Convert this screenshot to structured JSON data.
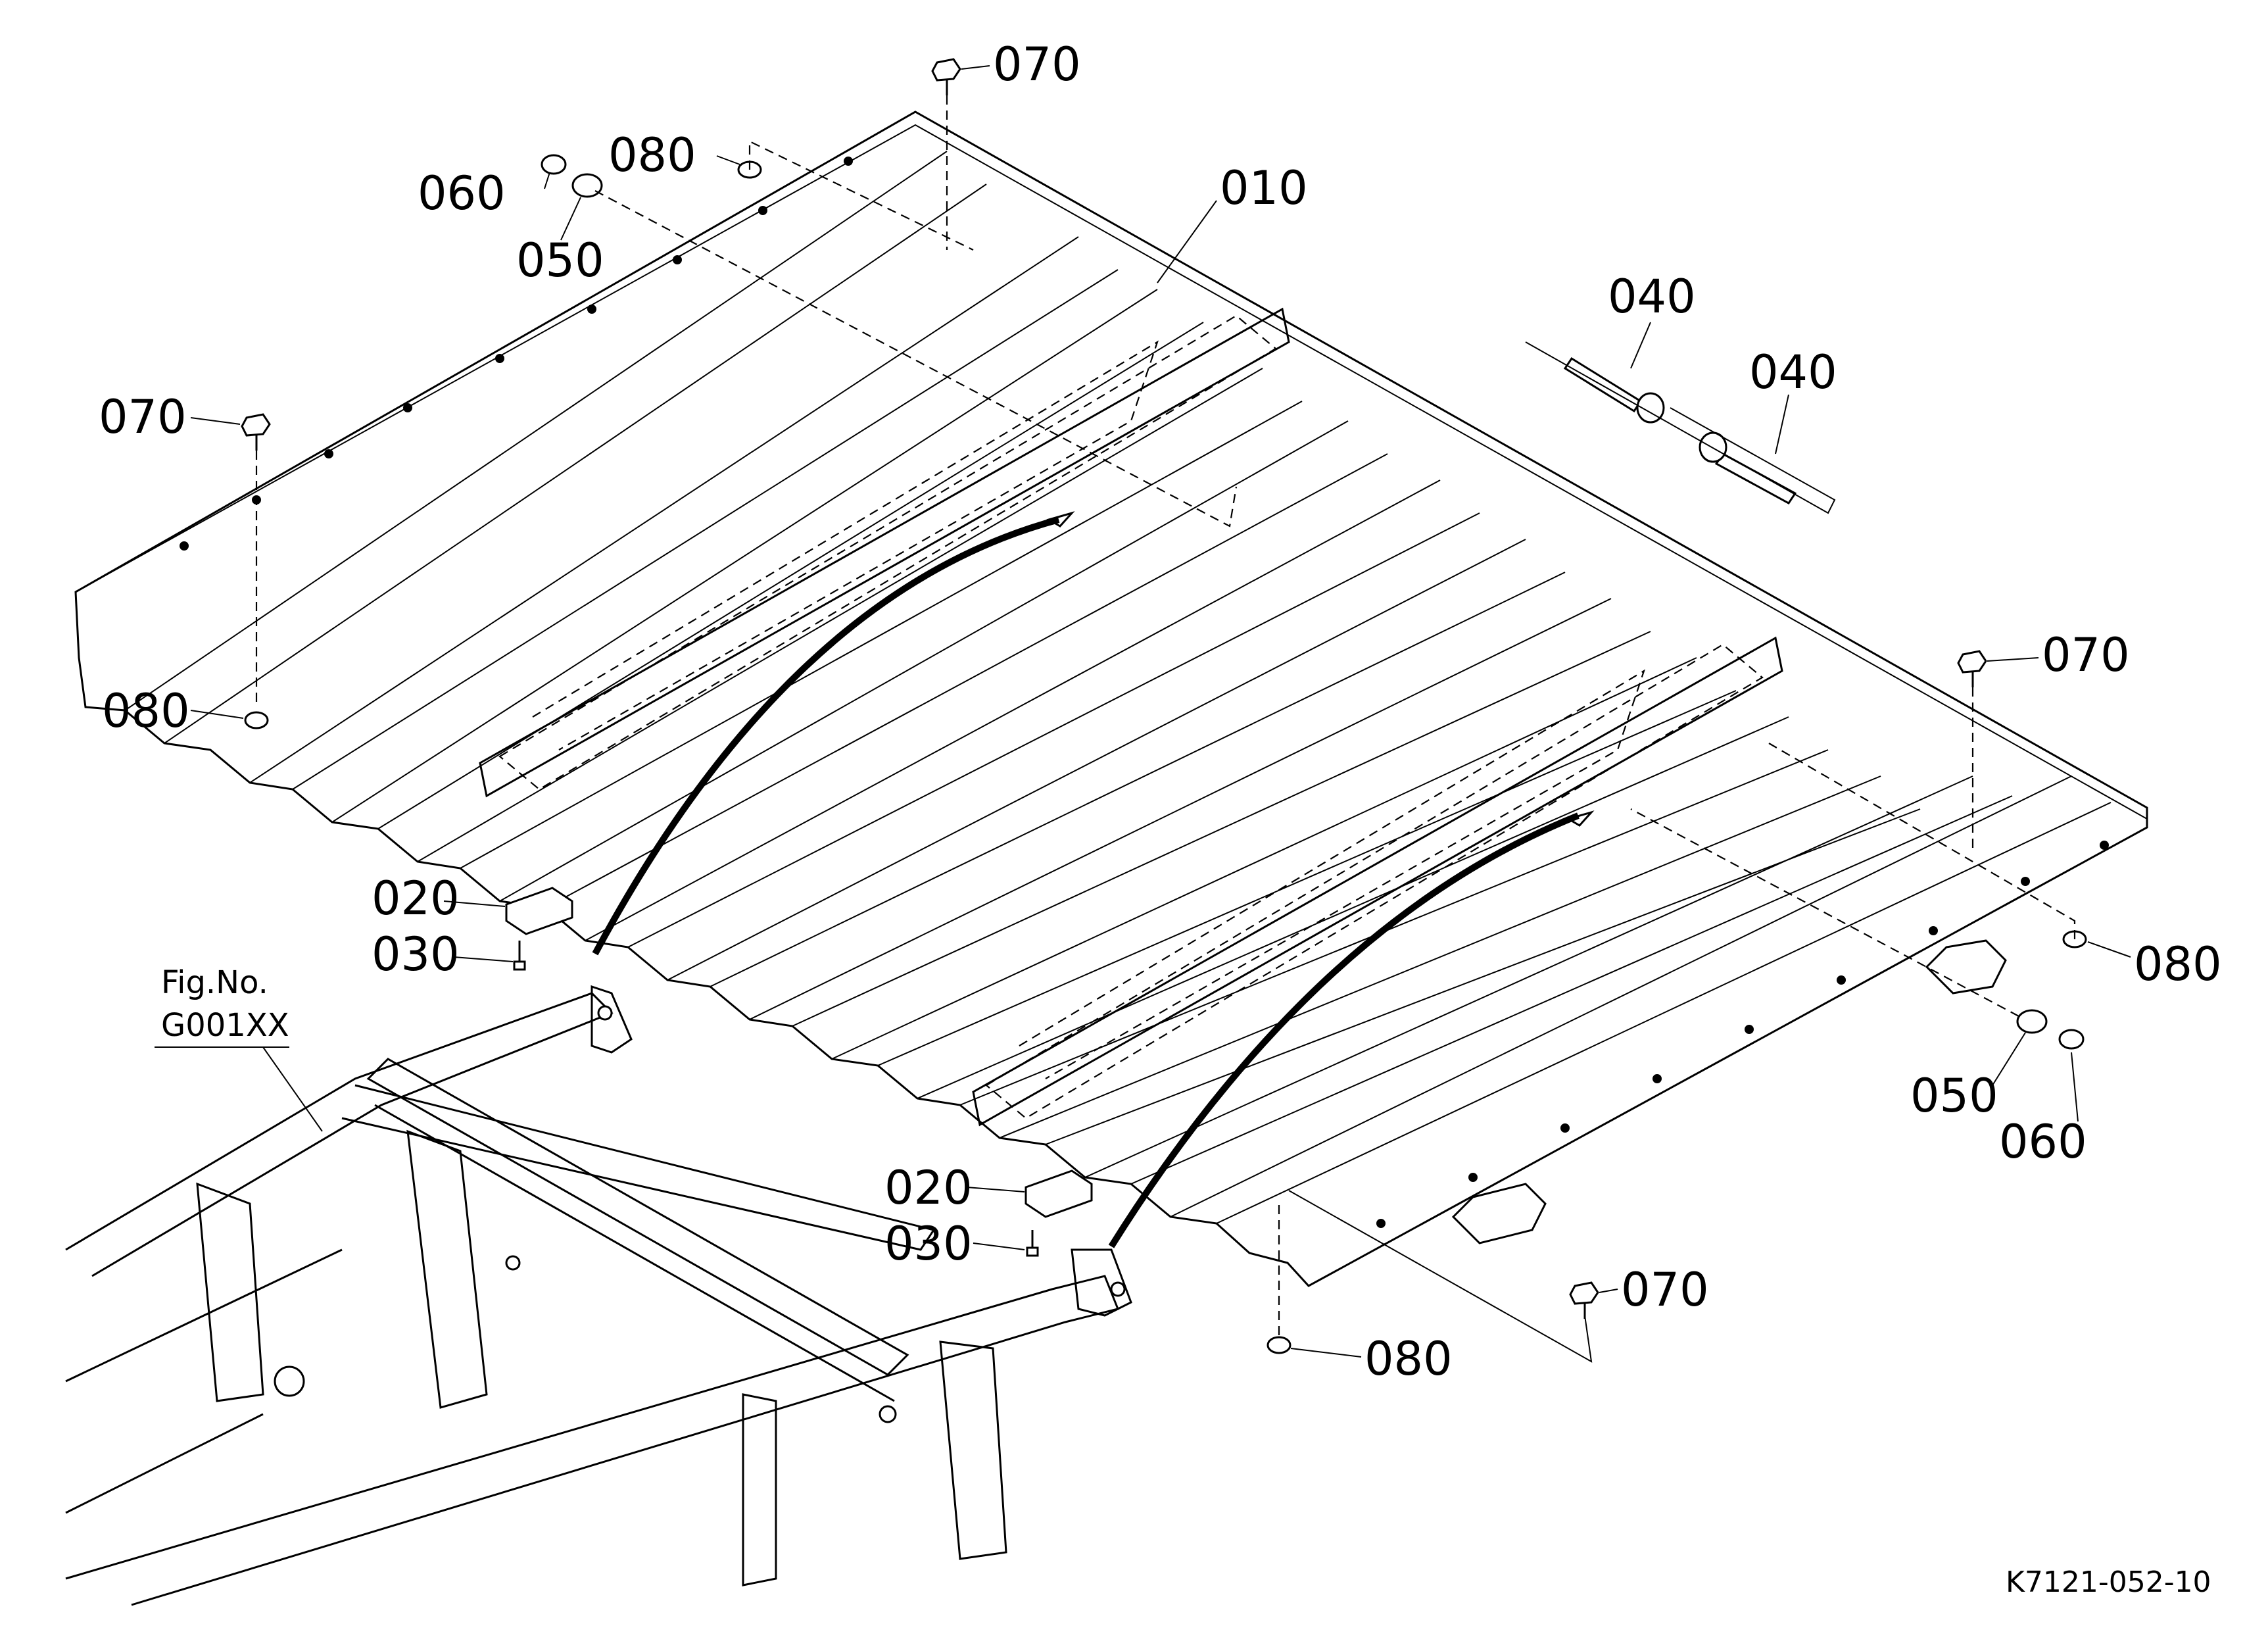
{
  "diagram": {
    "drawing_code": "K7121-052-10",
    "figure_reference": {
      "label": "Fig.No.",
      "code": "G001XX"
    },
    "callouts": [
      {
        "id": "c010",
        "label": "010"
      },
      {
        "id": "c020a",
        "label": "020"
      },
      {
        "id": "c020b",
        "label": "020"
      },
      {
        "id": "c030a",
        "label": "030"
      },
      {
        "id": "c030b",
        "label": "030"
      },
      {
        "id": "c040a",
        "label": "040"
      },
      {
        "id": "c040b",
        "label": "040"
      },
      {
        "id": "c050a",
        "label": "050"
      },
      {
        "id": "c050b",
        "label": "050"
      },
      {
        "id": "c060a",
        "label": "060"
      },
      {
        "id": "c060b",
        "label": "060"
      },
      {
        "id": "c070a",
        "label": "070"
      },
      {
        "id": "c070b",
        "label": "070"
      },
      {
        "id": "c070c",
        "label": "070"
      },
      {
        "id": "c070d",
        "label": "070"
      },
      {
        "id": "c080a",
        "label": "080"
      },
      {
        "id": "c080b",
        "label": "080"
      },
      {
        "id": "c080c",
        "label": "080"
      },
      {
        "id": "c080d",
        "label": "080"
      }
    ]
  }
}
